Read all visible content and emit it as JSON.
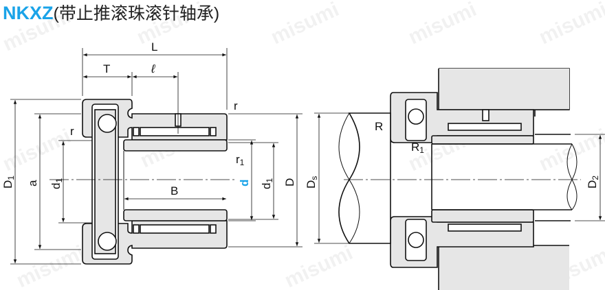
{
  "title": {
    "code": "NKXZ",
    "description": "(带止推滚珠滚针轴承)"
  },
  "watermark": "misumi",
  "colors": {
    "accent": "#1aa3e8",
    "part_fill": "#e6e6e6",
    "highlight_label": "#1aa3e8"
  },
  "left_diagram": {
    "labels": {
      "L": "L",
      "T": "T",
      "l": "ℓ",
      "r_top": "r",
      "r_left": "r",
      "r1": "r",
      "r1_sub": "1",
      "D1": "D",
      "D1_sub": "1",
      "a": "a",
      "d1_left": "d",
      "d1_left_sub": "1",
      "B": "B",
      "d": "d",
      "d1_right": "d",
      "d1_right_sub": "1",
      "D": "D"
    }
  },
  "right_diagram": {
    "labels": {
      "R": "R",
      "R1": "R",
      "R1_sub": "1",
      "Ds": "D",
      "Ds_sub": "s",
      "D2": "D",
      "D2_sub": "2"
    }
  }
}
